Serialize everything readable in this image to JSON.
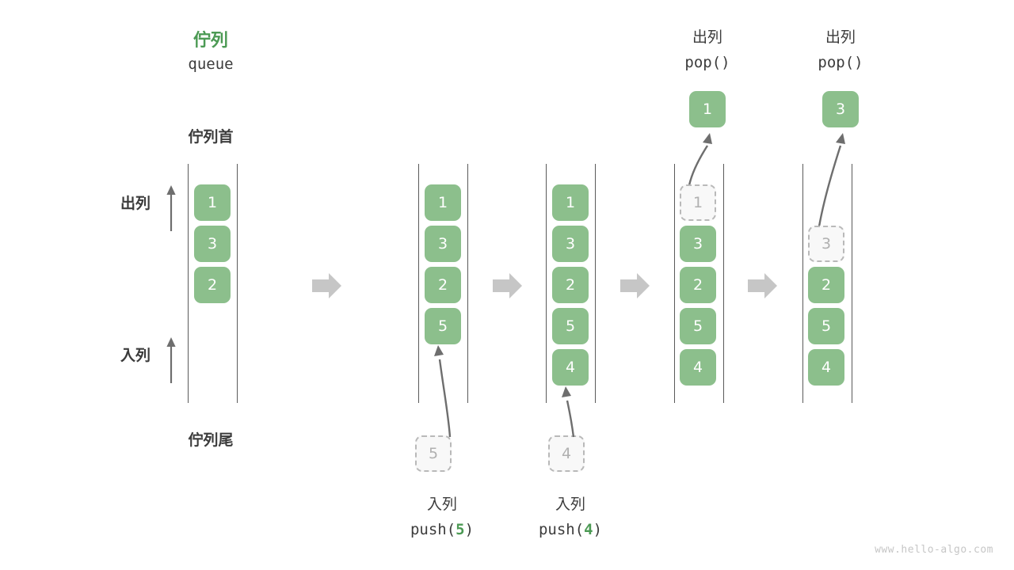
{
  "watermark": "www.hello-algo.com",
  "legend": {
    "title_cn": "佇列",
    "title_en": "queue",
    "head_label": "佇列首",
    "tail_label": "佇列尾",
    "dequeue_direction_label": "出列",
    "enqueue_direction_label": "入列"
  },
  "colors": {
    "element_fill": "#8cbf8c",
    "element_text": "#ffffff",
    "accent_green": "#4c9a54",
    "ghost_border": "#b9b9b9",
    "ghost_fill": "#f8f8f8",
    "ghost_text": "#b0b0b0",
    "rail": "#5a5a5a",
    "arrow_gray": "#6e6e6e",
    "flow_arrow": "#c6c6c6",
    "text": "#3c3c3c",
    "watermark": "#c6c6c6"
  },
  "states": [
    {
      "id": "initial",
      "cells": [
        {
          "value": "1",
          "style": "solid"
        },
        {
          "value": "3",
          "style": "solid"
        },
        {
          "value": "2",
          "style": "solid"
        }
      ],
      "incoming": null,
      "outgoing": null,
      "operation_cn": null,
      "operation_code": null,
      "operation_arg": null
    },
    {
      "id": "push-5",
      "cells": [
        {
          "value": "1",
          "style": "solid"
        },
        {
          "value": "3",
          "style": "solid"
        },
        {
          "value": "2",
          "style": "solid"
        },
        {
          "value": "5",
          "style": "solid"
        }
      ],
      "incoming": {
        "value": "5",
        "style": "ghost"
      },
      "outgoing": null,
      "operation_cn": "入列",
      "operation_code_prefix": "push(",
      "operation_arg": "5",
      "operation_code_suffix": ")"
    },
    {
      "id": "push-4",
      "cells": [
        {
          "value": "1",
          "style": "solid"
        },
        {
          "value": "3",
          "style": "solid"
        },
        {
          "value": "2",
          "style": "solid"
        },
        {
          "value": "5",
          "style": "solid"
        },
        {
          "value": "4",
          "style": "solid"
        }
      ],
      "incoming": {
        "value": "4",
        "style": "ghost"
      },
      "outgoing": null,
      "operation_cn": "入列",
      "operation_code_prefix": "push(",
      "operation_arg": "4",
      "operation_code_suffix": ")"
    },
    {
      "id": "pop-1",
      "cells": [
        {
          "value": "1",
          "style": "ghost"
        },
        {
          "value": "3",
          "style": "solid"
        },
        {
          "value": "2",
          "style": "solid"
        },
        {
          "value": "5",
          "style": "solid"
        },
        {
          "value": "4",
          "style": "solid"
        }
      ],
      "incoming": null,
      "outgoing": {
        "value": "1",
        "style": "solid"
      },
      "operation_cn": "出列",
      "operation_code_prefix": "pop(",
      "operation_arg": "",
      "operation_code_suffix": ")"
    },
    {
      "id": "pop-3",
      "cells": [
        {
          "value": "",
          "style": "empty"
        },
        {
          "value": "3",
          "style": "ghost"
        },
        {
          "value": "2",
          "style": "solid"
        },
        {
          "value": "5",
          "style": "solid"
        },
        {
          "value": "4",
          "style": "solid"
        }
      ],
      "incoming": null,
      "outgoing": {
        "value": "3",
        "style": "solid"
      },
      "operation_cn": "出列",
      "operation_code_prefix": "pop(",
      "operation_arg": "",
      "operation_code_suffix": ")"
    }
  ]
}
